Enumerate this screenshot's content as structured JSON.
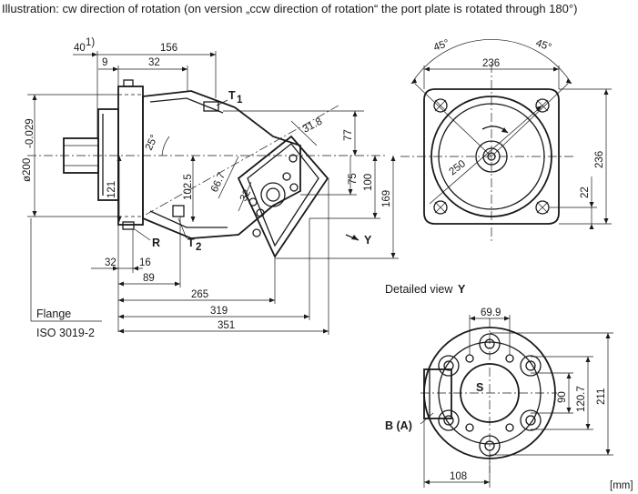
{
  "caption": "Illustration: cw direction of rotation (on version „ccw direction of rotation“ the port plate is rotated through 180°)",
  "units_label": "[mm]",
  "detail_title": "Detailed view",
  "detail_letter": "Y",
  "flange_label": "Flange",
  "flange_standard": "ISO 3019-2",
  "side_view": {
    "dims": {
      "d40": "40",
      "d40_note": "1)",
      "d156": "156",
      "d9": "9",
      "d32_top": "32",
      "d31_8": "31.8",
      "d77": "77",
      "d25deg": "25°",
      "d66_7": "66.7",
      "d32_mid": "32",
      "d102_5": "102.5",
      "d121": "121",
      "d75": "75",
      "d100": "100",
      "d169": "169",
      "dia_main": "ø200",
      "dia_tol": "-0.029",
      "d32_bottom": "32",
      "d16": "16",
      "d89": "89",
      "d265": "265",
      "d319": "319",
      "d351": "351"
    },
    "labels": {
      "t1": "T",
      "t1_sub": "1",
      "t2": "T",
      "t2_sub": "2",
      "r": "R",
      "y": "Y"
    }
  },
  "front_view": {
    "dims": {
      "ang_left": "45°",
      "ang_right": "45°",
      "w236": "236",
      "h236": "236",
      "d250": "250",
      "d22": "22"
    }
  },
  "detail_view": {
    "dims": {
      "d69_9": "69.9",
      "d90": "90",
      "d120_7": "120.7",
      "d211": "211",
      "d108": "108"
    },
    "labels": {
      "s": "S",
      "b": "B (A)"
    }
  }
}
